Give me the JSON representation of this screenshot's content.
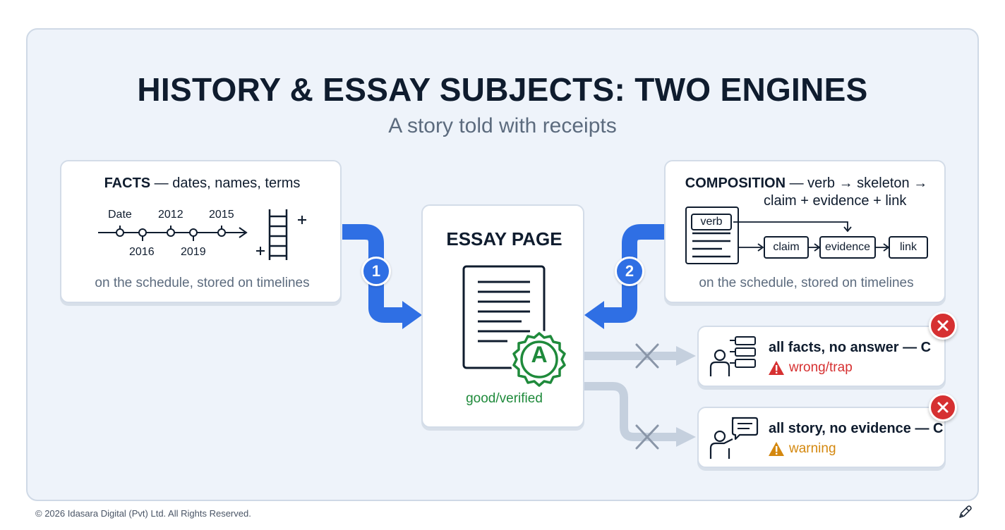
{
  "header": {
    "title": "HISTORY & ESSAY SUBJECTS: TWO ENGINES",
    "subtitle": "A story told with receipts"
  },
  "facts_card": {
    "heading_bold": "FACTS",
    "heading_rest": " — dates, names, terms",
    "timeline_top": [
      "Date",
      "2012",
      "2015"
    ],
    "timeline_bottom": [
      "2016",
      "2019"
    ],
    "caption": "on the schedule, stored on timelines"
  },
  "composition_card": {
    "heading_bold": "COMPOSITION",
    "heading_rest": " — verb → skeleton →",
    "heading_line2": "claim + evidence + link",
    "verb_label": "verb",
    "chain": [
      "claim",
      "evidence",
      "link"
    ],
    "caption": "on the schedule, stored on timelines"
  },
  "essay_card": {
    "title": "ESSAY PAGE",
    "grade": "A",
    "status": "good/verified"
  },
  "steps": [
    "1",
    "2"
  ],
  "outcomes": [
    {
      "title": "all facts, no answer — C",
      "status": "wrong/trap"
    },
    {
      "title": "all story, no evidence — C",
      "status": "warning"
    }
  ],
  "footer": {
    "copyright": "© 2026 Idasara Digital (Pvt) Ltd. All Rights Reserved."
  },
  "icons": {
    "ladder": "ladder-icon",
    "document": "document-icon",
    "grade_seal": "grade-seal-icon",
    "error": "close-circle-icon",
    "person_list": "person-list-icon",
    "person_speech": "person-speech-icon",
    "warning_red": "warning-triangle-icon",
    "warning_amber": "warning-triangle-icon",
    "pen": "pen-icon"
  },
  "colors": {
    "blue_flow": "#2f6fe4",
    "green_verified": "#1f8a3b",
    "red_error": "#d63031",
    "amber_warning": "#d4880f",
    "grey_flow": "#c5d0de"
  }
}
